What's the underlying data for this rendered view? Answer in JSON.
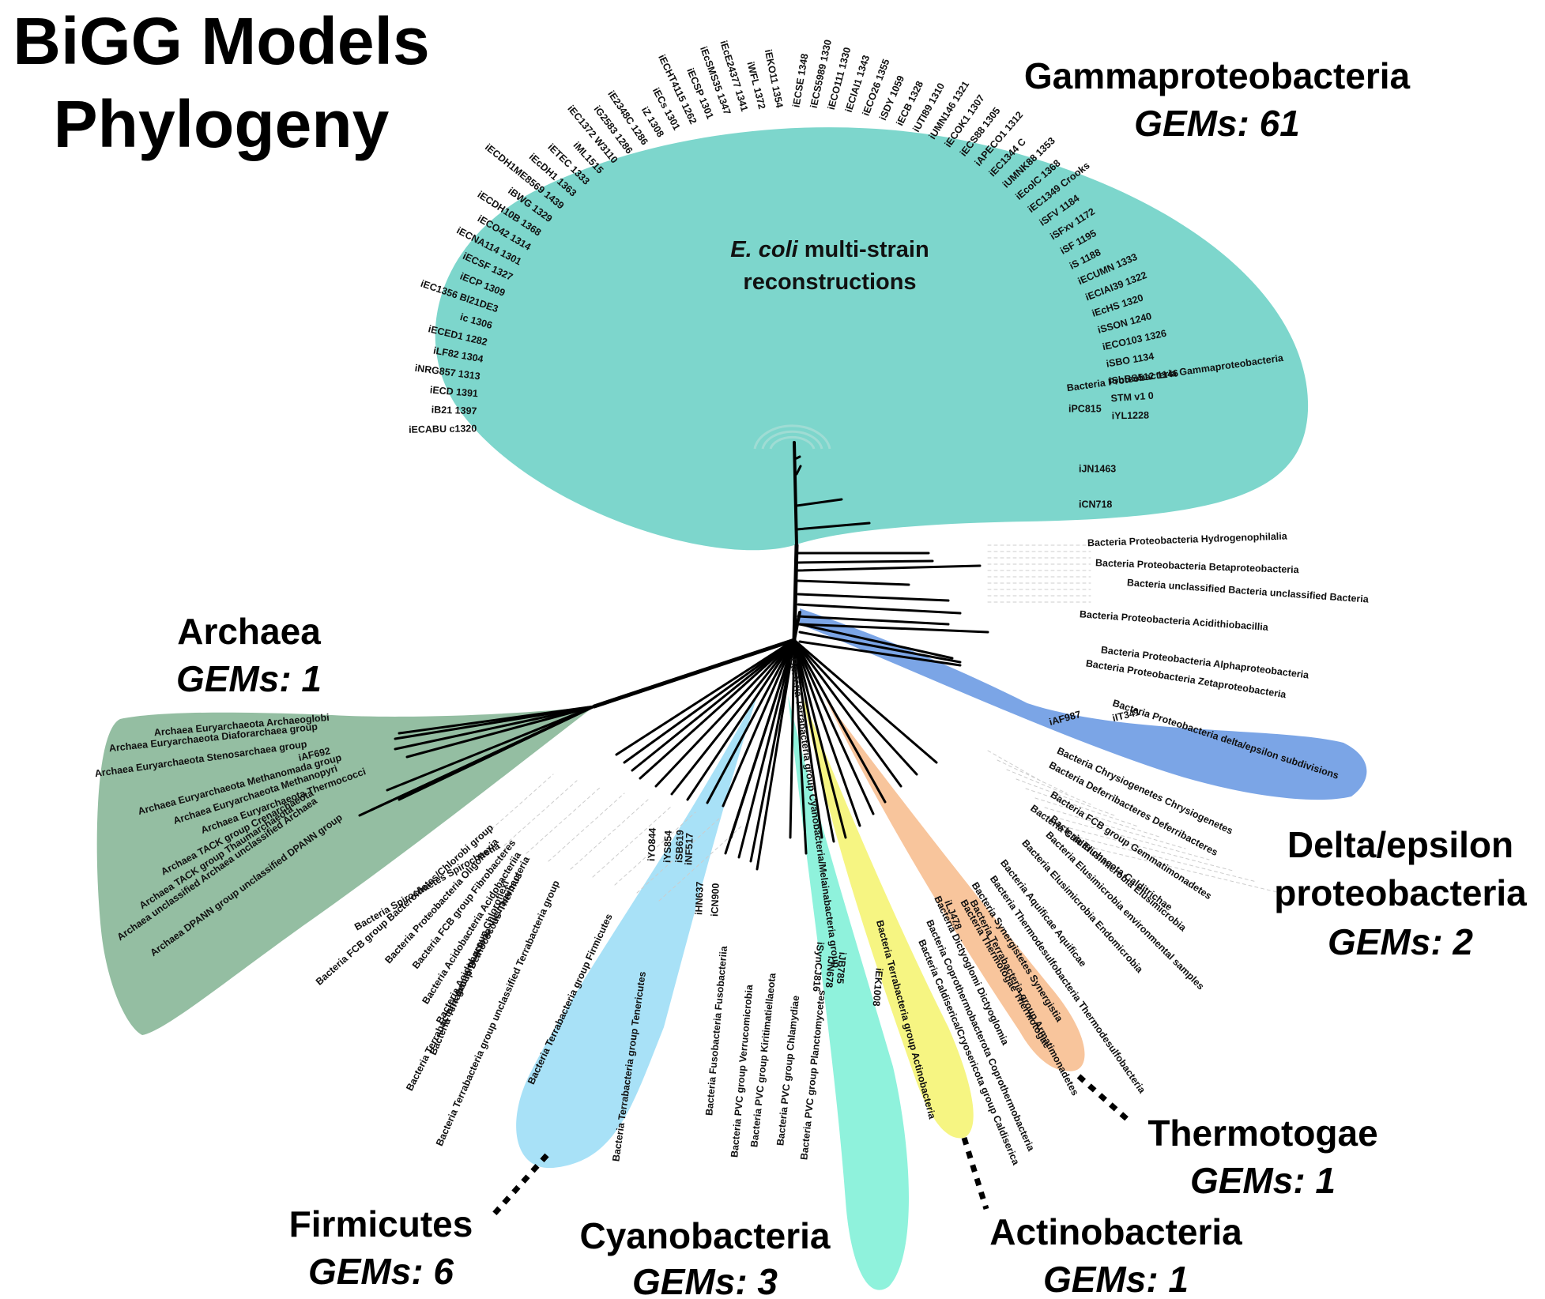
{
  "title": {
    "line1": "BiGG Models",
    "line2": "Phylogeny"
  },
  "annotation": {
    "italic": "E. coli",
    "rest": " multi-strain",
    "line2": "reconstructions"
  },
  "colors": {
    "gammaproteobacteria": "#7dd6cc",
    "archaea": "#94bea2",
    "delta_epsilon": "#7ba5e6",
    "firmicutes": "#a8e1f7",
    "cyanobacteria": "#8ff2dc",
    "actinobacteria": "#f6f582",
    "thermotogae": "#f8c59c",
    "branch": "#000000",
    "guide": "#cccccc"
  },
  "clades": {
    "gammaproteobacteria": {
      "name": "Gammaproteobacteria",
      "gems": "GEMs: 61"
    },
    "archaea": {
      "name": "Archaea",
      "gems": "GEMs: 1"
    },
    "delta_epsilon": {
      "name_line1": "Delta/epsilon",
      "name_line2": "proteobacteria",
      "gems": "GEMs: 2"
    },
    "firmicutes": {
      "name": "Firmicutes",
      "gems": "GEMs: 6"
    },
    "cyanobacteria": {
      "name": "Cyanobacteria",
      "gems": "GEMs: 3"
    },
    "actinobacteria": {
      "name": "Actinobacteria",
      "gems": "GEMs: 1"
    },
    "thermotogae": {
      "name": "Thermotogae",
      "gems": "GEMs: 1"
    }
  },
  "leaves": {
    "gamma_left": [
      "iECABU c1320",
      "iB21 1397",
      "iECD 1391",
      "iNRG857 1313",
      "iLF82 1304",
      "iECED1 1282",
      "ic 1306",
      "iEC1356 Bl21DE3",
      "iECP 1309",
      "iECSF 1327",
      "iECNA114 1301",
      "iECO42 1314",
      "iECDH10B 1368",
      "iBWG 1329",
      "iECDH1ME8569 1439",
      "iEcDH1 1363",
      "iETEC 1333",
      "iML1515",
      "iEC1372 W3110",
      "iG2583 1286",
      "iE2348C 1286",
      "iZ 1308",
      "iECs 1301",
      "iECHT4115 1262",
      "iECSP 1301",
      "iEcSMS35 1347",
      "iEcE24377 1341",
      "iWFL 1372",
      "iEKO11 1354",
      "iECSE 1348",
      "iECS5989 1330",
      "iECO111 1330",
      "iECIAI1 1343",
      "iECO26 1355",
      "iSDY 1059",
      "iECB 1328",
      "iUTI89 1310",
      "iUMN146 1321",
      "iECOK1 1307",
      "iECS88 1305",
      "iAPECO1 1312",
      "iEC1344 C",
      "iUMNK88 1353",
      "iEcolC 1368",
      "iEC1349 Crooks",
      "iSFV 1184",
      "iSFxv 1172",
      "iSF 1195",
      "iS 1188",
      "iECUMN 1333",
      "iECIAI39 1322",
      "iEcHS 1320",
      "iSSON 1240",
      "iECO103 1326",
      "iSBO 1134",
      "iSbBS512 1146",
      "STM v1 0",
      "iYL1228"
    ],
    "gamma_right_tail": [
      "Bacteria Proteobacteria Gammaproteobacteria",
      "iPC815",
      "iJN1463",
      "iCN718"
    ],
    "proteo_misc": [
      "Bacteria Proteobacteria Hydrogenophilalia",
      "Bacteria Proteobacteria Betaproteobacteria",
      "Bacteria unclassified Bacteria unclassified Bacteria",
      "Bacteria Proteobacteria Acidithiobacillia",
      "Bacteria Proteobacteria Alphaproteobacteria",
      "Bacteria Proteobacteria Zetaproteobacteria"
    ],
    "delta": [
      "Bacteria Proteobacteria delta/epsilon subdivisions",
      "iIT341",
      "iAF987"
    ],
    "archaea": [
      "Archaea Euryarchaeota Archaeoglobi",
      "Archaea Euryarchaeota Diaforarchaea group",
      "Archaea Euryarchaeota Stenosarchaea group",
      "iAF692",
      "Archaea Euryarchaeota Methanomada group",
      "Archaea Euryarchaeota Methanopyri",
      "Archaea Euryarchaeota Thermococci",
      "Archaea TACK group Crenarchaeota",
      "Archaea TACK group Thaumarchaeota",
      "Archaea unclassified Archaea unclassified Archaea",
      "Archaea DPANN group unclassified DPANN group"
    ],
    "lower_left": [
      "Bacteria Spirochaetes Spirochaetia",
      "Bacteria FCB group Bacteroidetes/Chlorobi group",
      "Bacteria Proteobacteria Oligoflexia",
      "Bacteria FCB group Fibrobacteres",
      "Bacteria Acidobacteria Acidobacteriia",
      "Bacteria Acidobacteria Vicinamibacteria",
      "Bacteria Terrabacteria group Deinococcus-Thermus",
      "Bacteria Terrabacteria group Chloroflexi",
      "Bacteria Terrabacteria group unclassified Terrabacteria group"
    ],
    "firmicutes": [
      "Bacteria Terrabacteria group Firmicutes",
      "iYO844",
      "iYS854",
      "iSB619",
      "iNF517",
      "iHN637",
      "Bacteria Terrabacteria group Tenericutes"
    ],
    "cyano_neighbors": [
      "iCN900",
      "Bacteria Fusobacteria Fusobacteriia",
      "Bacteria PVC group Verrucomicrobia",
      "Bacteria PVC group Kiritimatiellaeota",
      "Bacteria PVC group Chlamydiae",
      "Bacteria PVC group Planctomycetes"
    ],
    "cyano": [
      "iJB785",
      "iJN678",
      "iSynCJ816",
      "Bacteria Terrabacteria group Cyanobacteria/Melainabacteria group"
    ],
    "actino": [
      "iEK1008",
      "Bacteria Terrabacteria group Actinobacteria"
    ],
    "lower_right": [
      "Bacteria Dictyoglomi Dictyoglomia",
      "Bacteria Coprothermobacterota Coprothermobacteria",
      "Bacteria Caldiserica/Cryosericota group Caldiserica"
    ],
    "thermo": [
      "iLJ478",
      "Bacteria Thermotogae Thermotogae"
    ],
    "right_fan": [
      "Bacteria Chrysiogenetes Chrysiogenetes",
      "Bacteria Deferribacteres Deferribacteres",
      "Bacteria FCB group Gemmatimonadetes",
      "Bacteria Calditrichaeota Calditrichae",
      "Bacteria Elusimicrobia Elusimicrobia",
      "Bacteria Elusimicrobia environmental samples",
      "Bacteria Elusimicrobia Endomicrobia",
      "Bacteria Aquificae Aquificae",
      "Bacteria Thermodesulfobacteria Thermodesulfobacteria",
      "Bacteria Synergistetes Synergistia",
      "Bacteria Terrabacteria group Armatimonadetes"
    ]
  }
}
